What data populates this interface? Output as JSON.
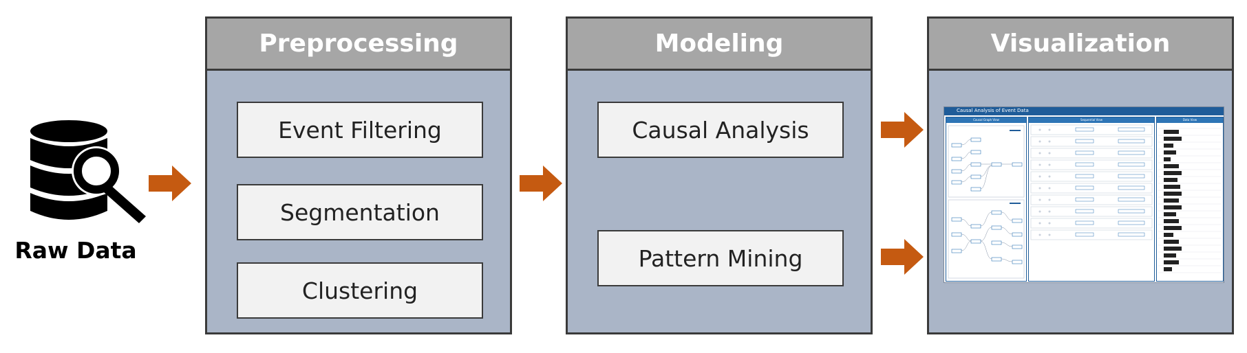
{
  "raw_data": {
    "label": "Raw Data",
    "icon": "database-search-icon"
  },
  "stages": [
    {
      "title": "Preprocessing",
      "steps": [
        "Event Filtering",
        "Segmentation",
        "Clustering"
      ]
    },
    {
      "title": "Modeling",
      "steps": [
        "Causal Analysis",
        "Pattern Mining"
      ]
    },
    {
      "title": "Visualization"
    }
  ],
  "viz_screenshot": {
    "title": "Causal Analysis of Event Data",
    "panes": [
      "Causal Graph View",
      "Sequential View",
      "Data View"
    ]
  },
  "colors": {
    "arrow": "#c55a11",
    "panel_bg": "#aab5c7",
    "header_bg": "#a6a6a6",
    "step_bg": "#f2f2f2",
    "viz_accent": "#1f5c99"
  }
}
